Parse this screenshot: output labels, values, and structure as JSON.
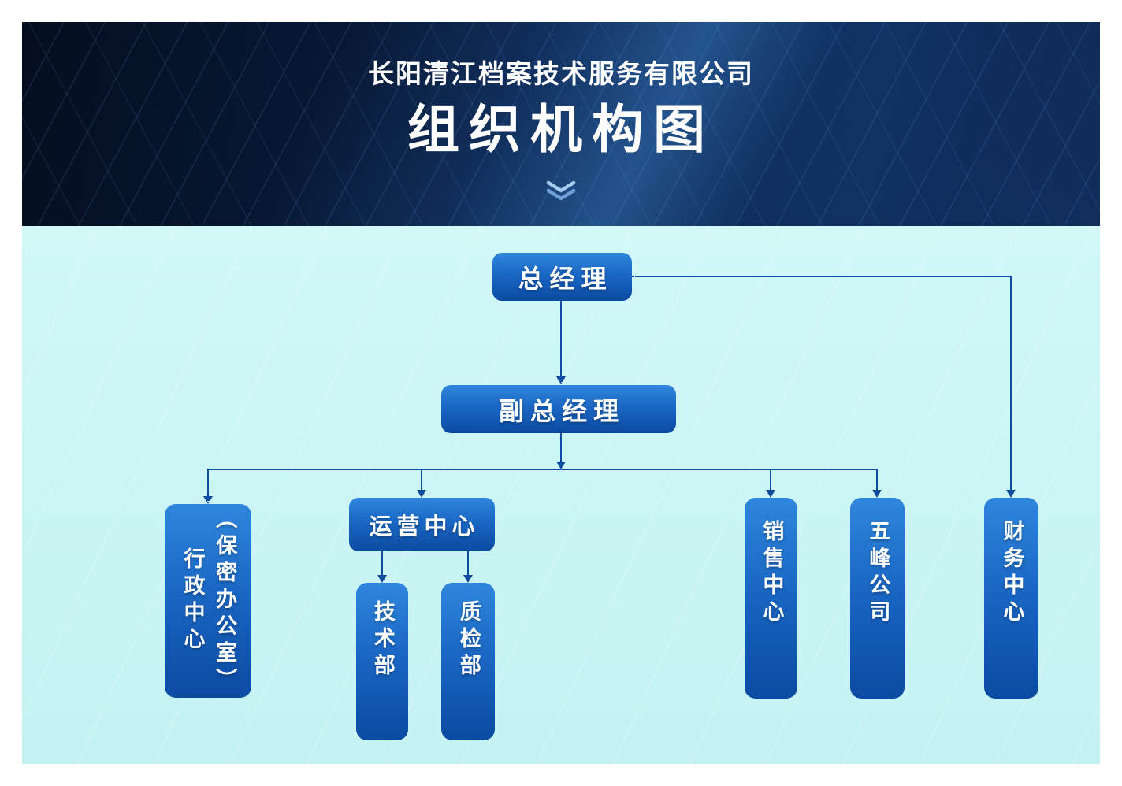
{
  "header": {
    "company_name": "长阳清江档案技术服务有限公司",
    "page_title": "组织机构图",
    "scroll_icon": "double-chevron-down"
  },
  "colors": {
    "header_bg": "#0a1d3e",
    "panel_bg": "#c8f4f4",
    "node_gradient_top": "#2f87dc",
    "node_gradient_bottom": "#0b4aa2",
    "node_dashed_outline": "#d6f2fb",
    "connector": "#0d4c9f",
    "node_text": "#ffffff",
    "header_text": "#ffffff"
  },
  "org_chart": {
    "nodes": [
      {
        "id": "gm",
        "label": "总经理",
        "reports_to": null
      },
      {
        "id": "dgm",
        "label": "副总经理",
        "reports_to": "gm"
      },
      {
        "id": "admin",
        "label": "行政中心（保密办公室）",
        "label_line1": "行政中心",
        "label_line2": "（保密办公室）",
        "reports_to": "dgm"
      },
      {
        "id": "ops",
        "label": "运营中心",
        "reports_to": "dgm"
      },
      {
        "id": "tech",
        "label": "技术部",
        "reports_to": "ops"
      },
      {
        "id": "qc",
        "label": "质检部",
        "reports_to": "ops"
      },
      {
        "id": "sales",
        "label": "销售中心",
        "reports_to": "dgm"
      },
      {
        "id": "wufeng",
        "label": "五峰公司",
        "reports_to": "dgm"
      },
      {
        "id": "finance",
        "label": "财务中心",
        "reports_to": "gm"
      }
    ]
  }
}
